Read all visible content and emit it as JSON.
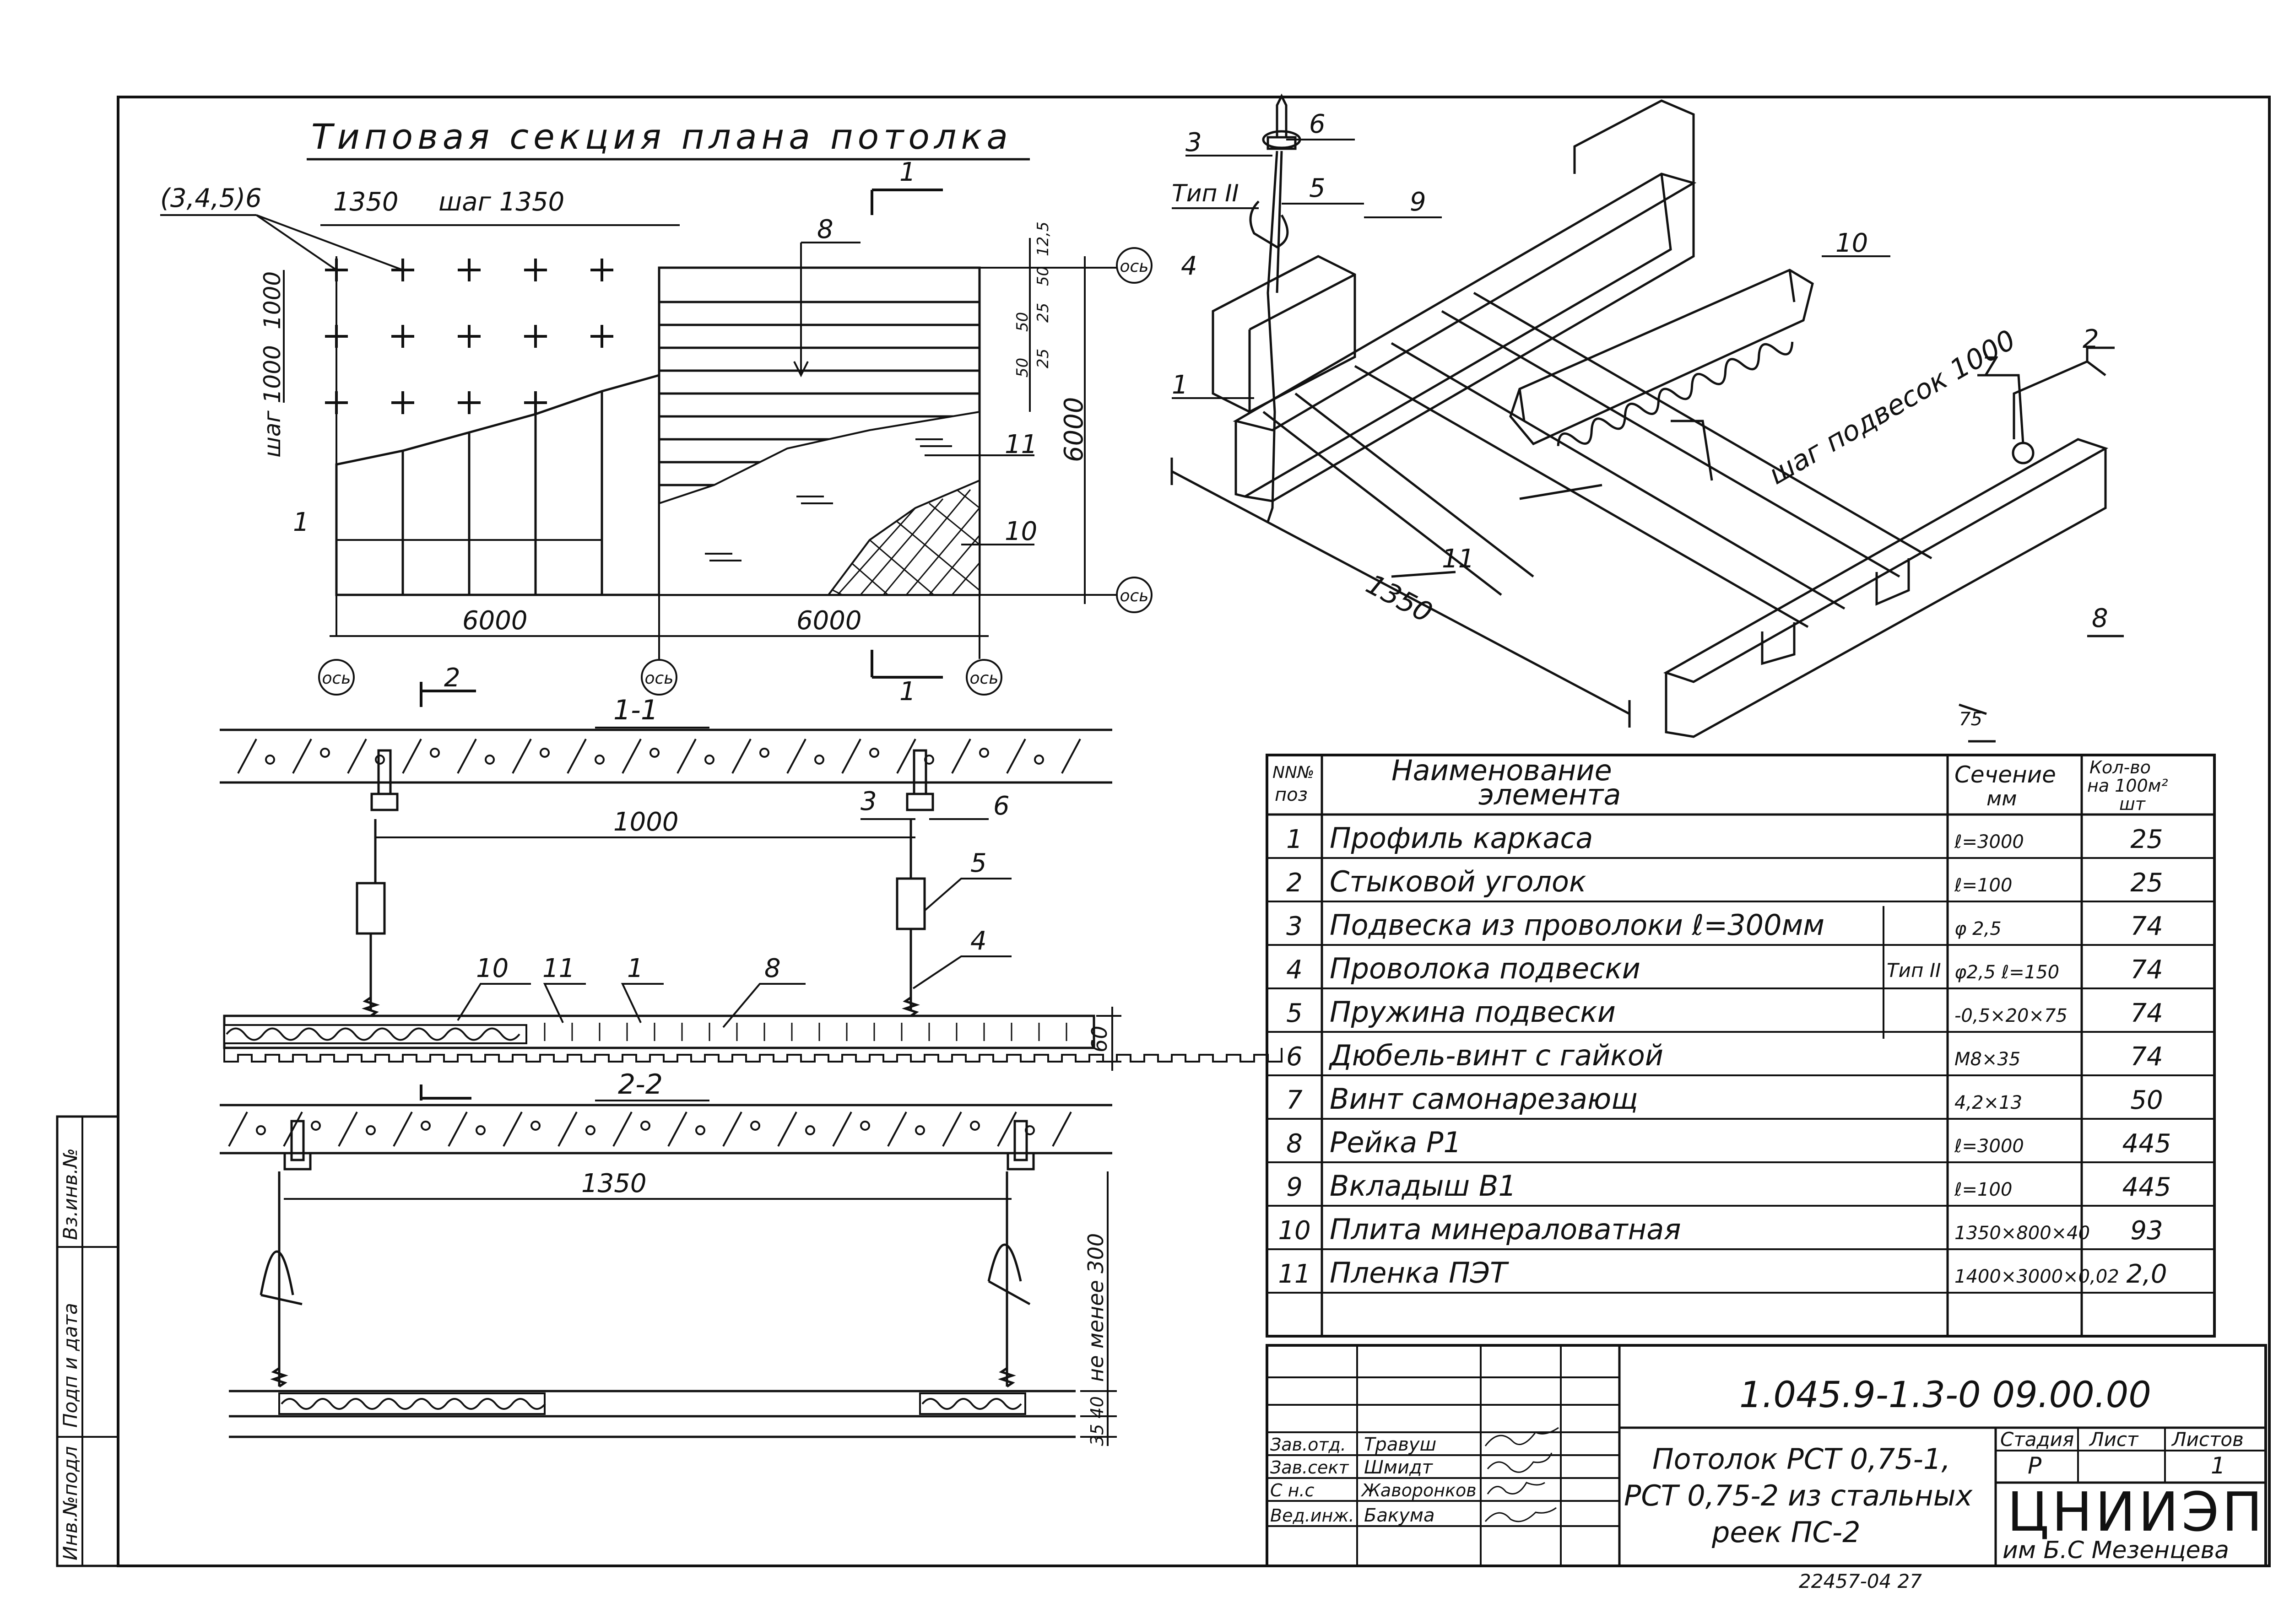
{
  "plan": {
    "title": "Типовая секция плана потолка",
    "marker_label": "(3,4,5)6",
    "step_1350": "1350",
    "step_label": "шаг 1350",
    "vstep_label": "шаг 1000",
    "vstep_value": "1000",
    "dim_6000_left": "6000",
    "dim_6000_right": "6000",
    "dim_6000_vert": "6000",
    "axis_label": "ось",
    "label_8": "8",
    "label_1": "1",
    "label_11": "11",
    "label_10": "10",
    "section_1": "1",
    "section_1b": "1",
    "section_2": "2",
    "small_dims": [
      "12,5",
      "50",
      "25",
      "50",
      "50",
      "25"
    ]
  },
  "section11": {
    "title": "1-1",
    "dim_1000": "1000",
    "labels": [
      "3",
      "6",
      "5",
      "4",
      "10",
      "11",
      "1",
      "8"
    ],
    "dim_60": "60"
  },
  "section22": {
    "title": "2-2",
    "dim_1350": "1350",
    "dim_300": "не менее 300",
    "dim_3540": "35 40"
  },
  "axon": {
    "labels": [
      "3",
      "6",
      "Тип II",
      "5",
      "9",
      "4",
      "1",
      "10",
      "2",
      "7",
      "11",
      "8"
    ],
    "step_label": "шаг подвесок 1000",
    "dim_1350": "1350",
    "dim_75": "75"
  },
  "side_stamp": [
    "Инв.№подл",
    "Подп и дата",
    "Вз.инв.№"
  ],
  "table": {
    "headers": {
      "pos": "NN№ поз",
      "name1": "Наименование",
      "name2": "элемента",
      "section": "Сечение мм",
      "qty": "Кол-во на 100м² шт"
    },
    "type_label": "Тип II",
    "rows": [
      {
        "pos": "1",
        "name": "Профиль каркаса",
        "section": "ℓ=3000",
        "qty": "25"
      },
      {
        "pos": "2",
        "name": "Стыковой уголок",
        "section": "ℓ=100",
        "qty": "25"
      },
      {
        "pos": "3",
        "name": "Подвеска из проволоки ℓ=300мм",
        "section": "φ 2,5",
        "qty": "74"
      },
      {
        "pos": "4",
        "name": "Проволока подвески",
        "section": "φ2,5 ℓ=150",
        "qty": "74"
      },
      {
        "pos": "5",
        "name": "Пружина подвески",
        "section": "-0,5×20×75",
        "qty": "74"
      },
      {
        "pos": "6",
        "name": "Дюбель-винт с гайкой",
        "section": "M8×35",
        "qty": "74"
      },
      {
        "pos": "7",
        "name": "Винт самонарезающ",
        "section": "4,2×13",
        "qty": "50"
      },
      {
        "pos": "8",
        "name": "Рейка Р1",
        "section": "ℓ=3000",
        "qty": "445"
      },
      {
        "pos": "9",
        "name": "Вкладыш В1",
        "section": "ℓ=100",
        "qty": "445"
      },
      {
        "pos": "10",
        "name": "Плита минераловатная",
        "section": "1350×800×40",
        "qty": "93"
      },
      {
        "pos": "11",
        "name": "Пленка ПЭТ",
        "section": "1400×3000×0,02",
        "qty": "2,0"
      }
    ]
  },
  "titleblock": {
    "code": "1.045.9-1.3-0 09.00.00",
    "title_lines": [
      "Потолок РСТ 0,75-1,",
      "РСТ 0,75-2 из стальных",
      "реек ПС-2"
    ],
    "stage_h": "Стадия",
    "sheet_h": "Лист",
    "sheets_h": "Листов",
    "stage": "Р",
    "sheets": "1",
    "org": "ЦНИИЭП",
    "org_sub": "им Б.С Мезенцева",
    "signers": [
      {
        "role": "Зав.отд.",
        "name": "Травуш"
      },
      {
        "role": "Зав.сект",
        "name": "Шмидт"
      },
      {
        "role": "С н.с",
        "name": "Жаворонков"
      },
      {
        "role": "Вед.инж.",
        "name": "Бакума"
      }
    ]
  },
  "footer": "22457-04 27"
}
